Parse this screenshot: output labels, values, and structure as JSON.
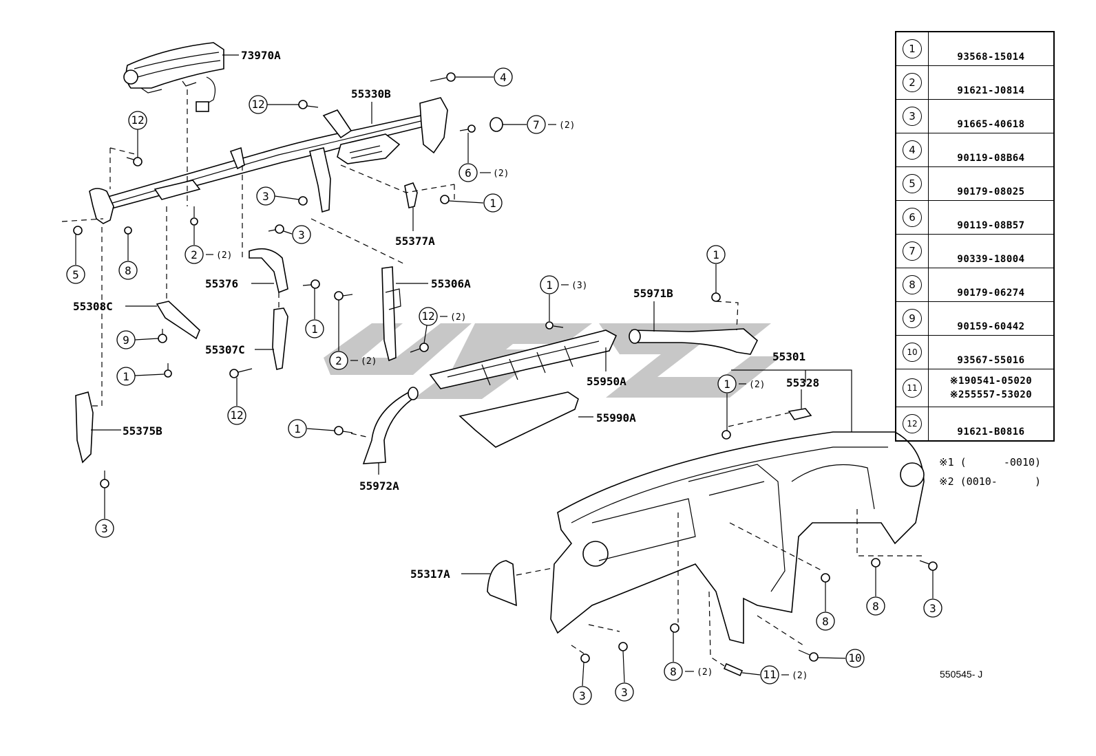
{
  "watermark": "uyst",
  "diagram_code": "550545- J",
  "parts_table": [
    {
      "num": "1",
      "part": "93568-15014"
    },
    {
      "num": "2",
      "part": "91621-J0814"
    },
    {
      "num": "3",
      "part": "91665-40618"
    },
    {
      "num": "4",
      "part": "90119-08B64"
    },
    {
      "num": "5",
      "part": "90179-08025"
    },
    {
      "num": "6",
      "part": "90119-08B57"
    },
    {
      "num": "7",
      "part": "90339-18004"
    },
    {
      "num": "8",
      "part": "90179-06274"
    },
    {
      "num": "9",
      "part": "90159-60442"
    },
    {
      "num": "10",
      "part": "93567-55016"
    },
    {
      "num": "11",
      "part_a_mark": "※1",
      "part_a": "90541-05020",
      "part_b_mark": "※2",
      "part_b": "55557-53020"
    },
    {
      "num": "12",
      "part": "91621-B0816"
    }
  ],
  "notes": [
    {
      "mark": "※1",
      "text": "(      -0010)"
    },
    {
      "mark": "※2",
      "text": "(0010-      )"
    }
  ],
  "labels": {
    "p73970A": "73970A",
    "p55330B": "55330B",
    "p55377A": "55377A",
    "p55376": "55376",
    "p55306A": "55306A",
    "p55308C": "55308C",
    "p55307C": "55307C",
    "p55375B": "55375B",
    "p55971B": "55971B",
    "p55950A": "55950A",
    "p55301": "55301",
    "p55328": "55328",
    "p55990A": "55990A",
    "p55972A": "55972A",
    "p55317A": "55317A"
  },
  "callouts": [
    {
      "num": "4",
      "qty": ""
    },
    {
      "num": "12",
      "qty": ""
    },
    {
      "num": "7",
      "qty": "(2)"
    },
    {
      "num": "12",
      "qty": ""
    },
    {
      "num": "6",
      "qty": "(2)"
    },
    {
      "num": "3",
      "qty": ""
    },
    {
      "num": "1",
      "qty": ""
    },
    {
      "num": "5",
      "qty": ""
    },
    {
      "num": "8",
      "qty": ""
    },
    {
      "num": "2",
      "qty": "(2)"
    },
    {
      "num": "3",
      "qty": ""
    },
    {
      "num": "1",
      "qty": ""
    },
    {
      "num": "1",
      "qty": "(3)"
    },
    {
      "num": "1",
      "qty": ""
    },
    {
      "num": "2",
      "qty": "(2)"
    },
    {
      "num": "12",
      "qty": "(2)"
    },
    {
      "num": "9",
      "qty": ""
    },
    {
      "num": "1",
      "qty": ""
    },
    {
      "num": "12",
      "qty": ""
    },
    {
      "num": "1",
      "qty": "(2)"
    },
    {
      "num": "1",
      "qty": ""
    },
    {
      "num": "3",
      "qty": ""
    },
    {
      "num": "8",
      "qty": ""
    },
    {
      "num": "8",
      "qty": ""
    },
    {
      "num": "3",
      "qty": ""
    },
    {
      "num": "3",
      "qty": ""
    },
    {
      "num": "3",
      "qty": ""
    },
    {
      "num": "8",
      "qty": "(2)"
    },
    {
      "num": "11",
      "qty": "(2)"
    },
    {
      "num": "10",
      "qty": ""
    }
  ]
}
